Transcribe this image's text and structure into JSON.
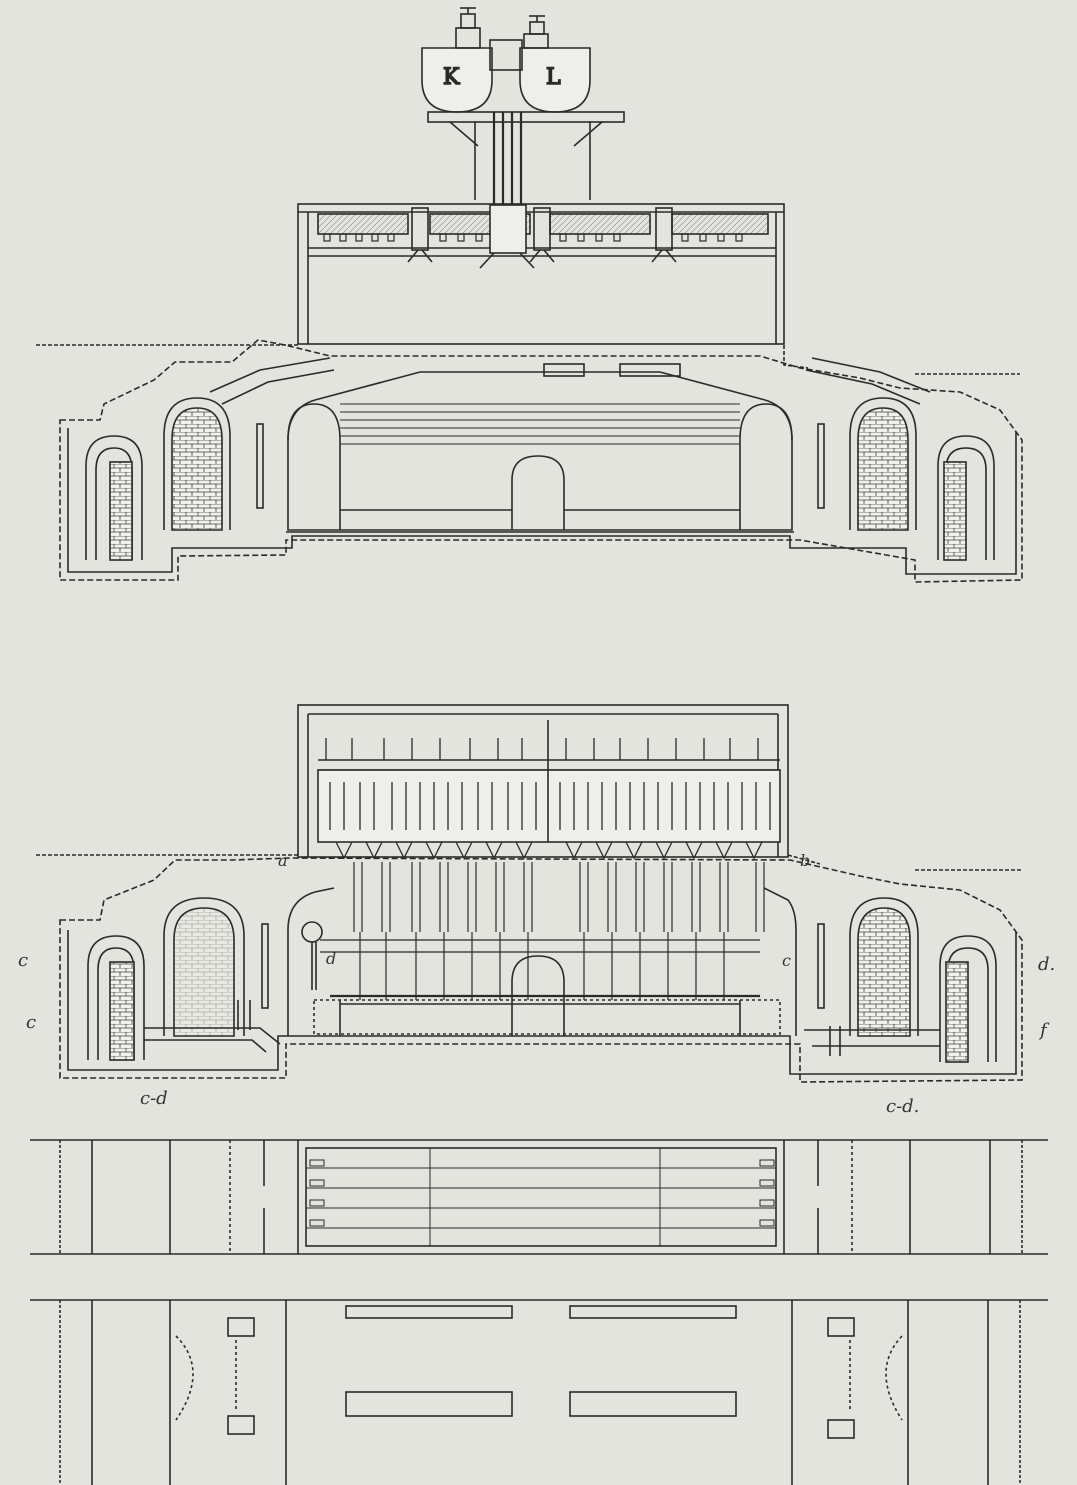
{
  "tanks": {
    "left": "K",
    "right": "L"
  },
  "labels": {
    "a": "a",
    "b": "b",
    "c_top": "c",
    "c_mid": "c",
    "c_right": "c",
    "d_mid": "d",
    "d_right": "d.",
    "f": "f",
    "cd_left": "c-d",
    "cd_right": "c-d."
  },
  "colors": {
    "paper": "#e3e4dd",
    "ink": "#2a2a2a"
  }
}
